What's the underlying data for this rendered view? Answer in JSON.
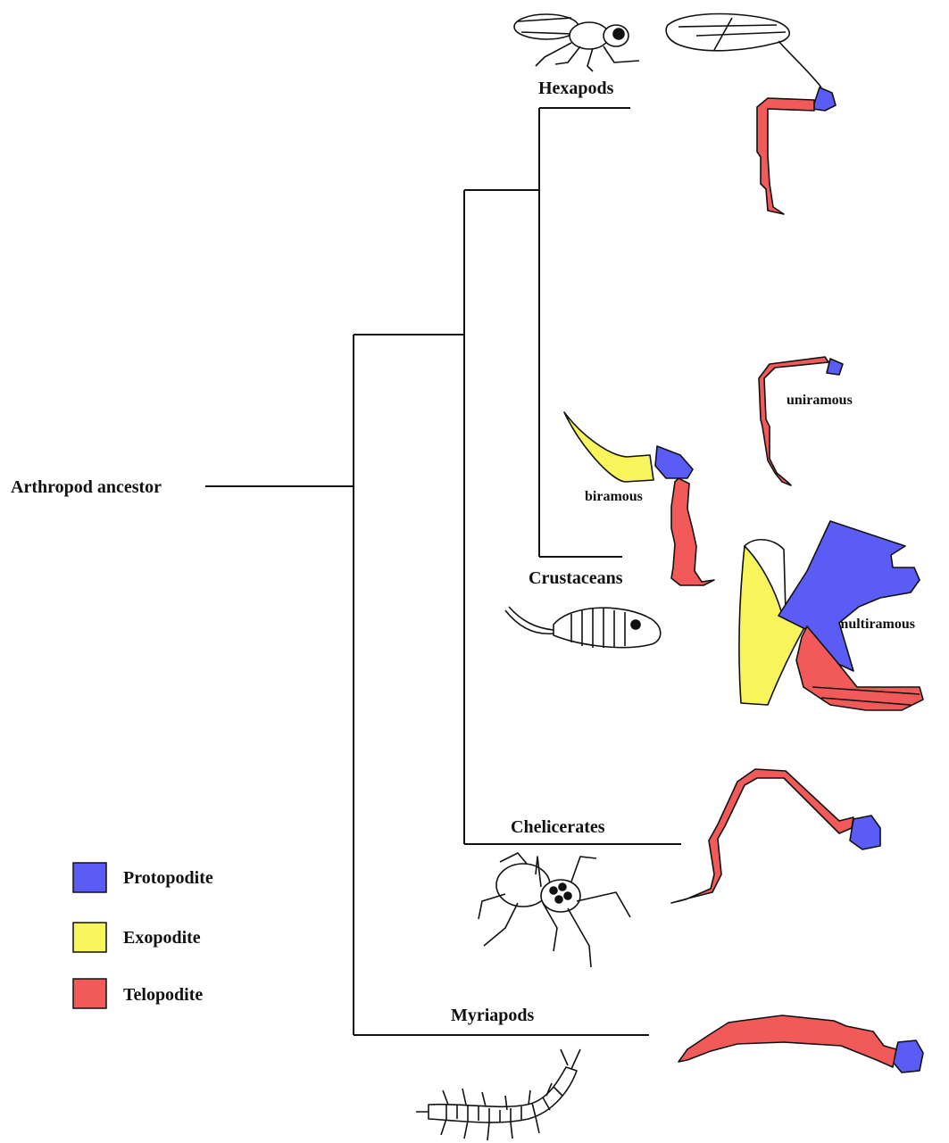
{
  "root_label": "Arthropod ancestor",
  "clades": {
    "hexapods": "Hexapods",
    "crustaceans": "Crustaceans",
    "chelicerates": "Chelicerates",
    "myriapods": "Myriapods"
  },
  "limb_types": {
    "uniramous": "uniramous",
    "biramous": "biramous",
    "multiramous": "multiramous"
  },
  "legend": [
    {
      "label": "Protopodite",
      "color": "#5b5bf5"
    },
    {
      "label": "Exopodite",
      "color": "#f7f45c"
    },
    {
      "label": "Telopodite",
      "color": "#f25a5a"
    }
  ],
  "icons": [
    "fly-icon",
    "triops-icon",
    "spider-icon",
    "centipede-icon"
  ]
}
